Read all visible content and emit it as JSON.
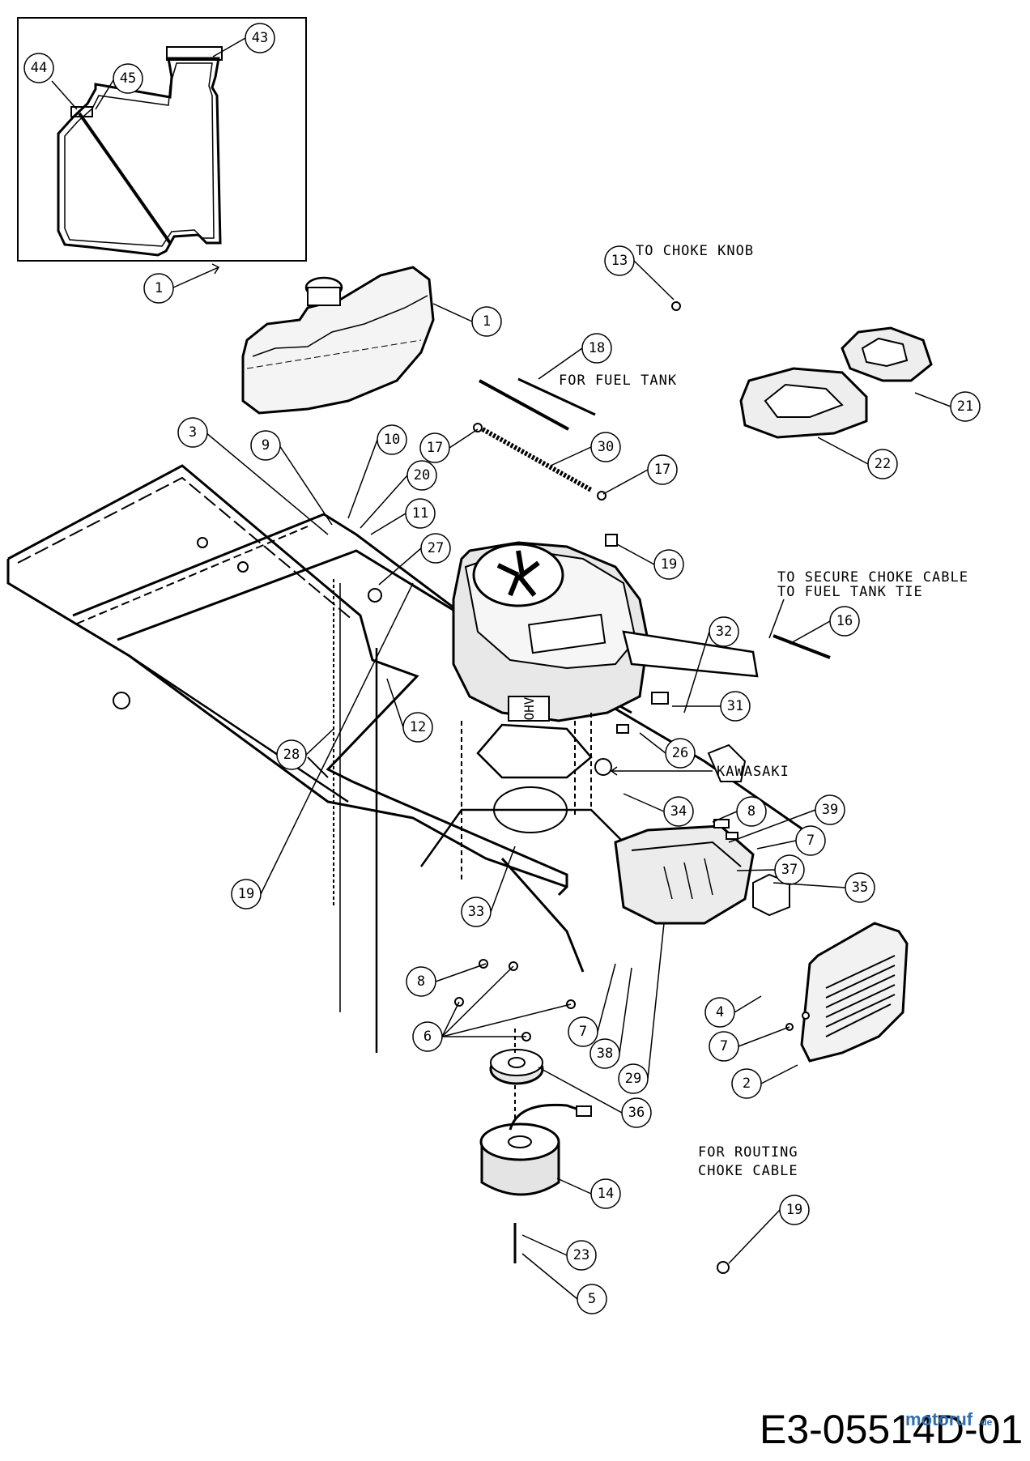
{
  "drawing_number": "E3-05514D-01",
  "watermark": {
    "text": "motoruf",
    "suffix": ".de",
    "color": "#2f6db5"
  },
  "notes": {
    "choke_knob": "TO CHOKE KNOB",
    "fuel_tank": "FOR FUEL TANK",
    "secure_line1": "TO SECURE CHOKE CABLE",
    "secure_line2": "TO FUEL TANK TIE",
    "kawasaki": "KAWASAKI",
    "routing_line1": "FOR ROUTING",
    "routing_line2": "CHOKE CABLE"
  },
  "callouts": {
    "c43": "43",
    "c44": "44",
    "c45": "45",
    "c1a": "1",
    "c1b": "1",
    "c13": "13",
    "c18": "18",
    "c21": "21",
    "c22": "22",
    "c3": "3",
    "c9": "9",
    "c10": "10",
    "c20": "20",
    "c11": "11",
    "c17a": "17",
    "c30": "30",
    "c17b": "17",
    "c27": "27",
    "c19a": "19",
    "c16": "16",
    "c32": "32",
    "c31": "31",
    "c12": "12",
    "c28": "28",
    "c26": "26",
    "c34": "34",
    "c8a": "8",
    "c39": "39",
    "c7a": "7",
    "c37": "37",
    "c19b": "19",
    "c33": "33",
    "c35": "35",
    "c8b": "8",
    "c4": "4",
    "c6": "6",
    "c7b": "7",
    "c7c": "7",
    "c38": "38",
    "c29": "29",
    "c2": "2",
    "c36": "36",
    "c14": "14",
    "c19c": "19",
    "c23": "23",
    "c5": "5"
  }
}
